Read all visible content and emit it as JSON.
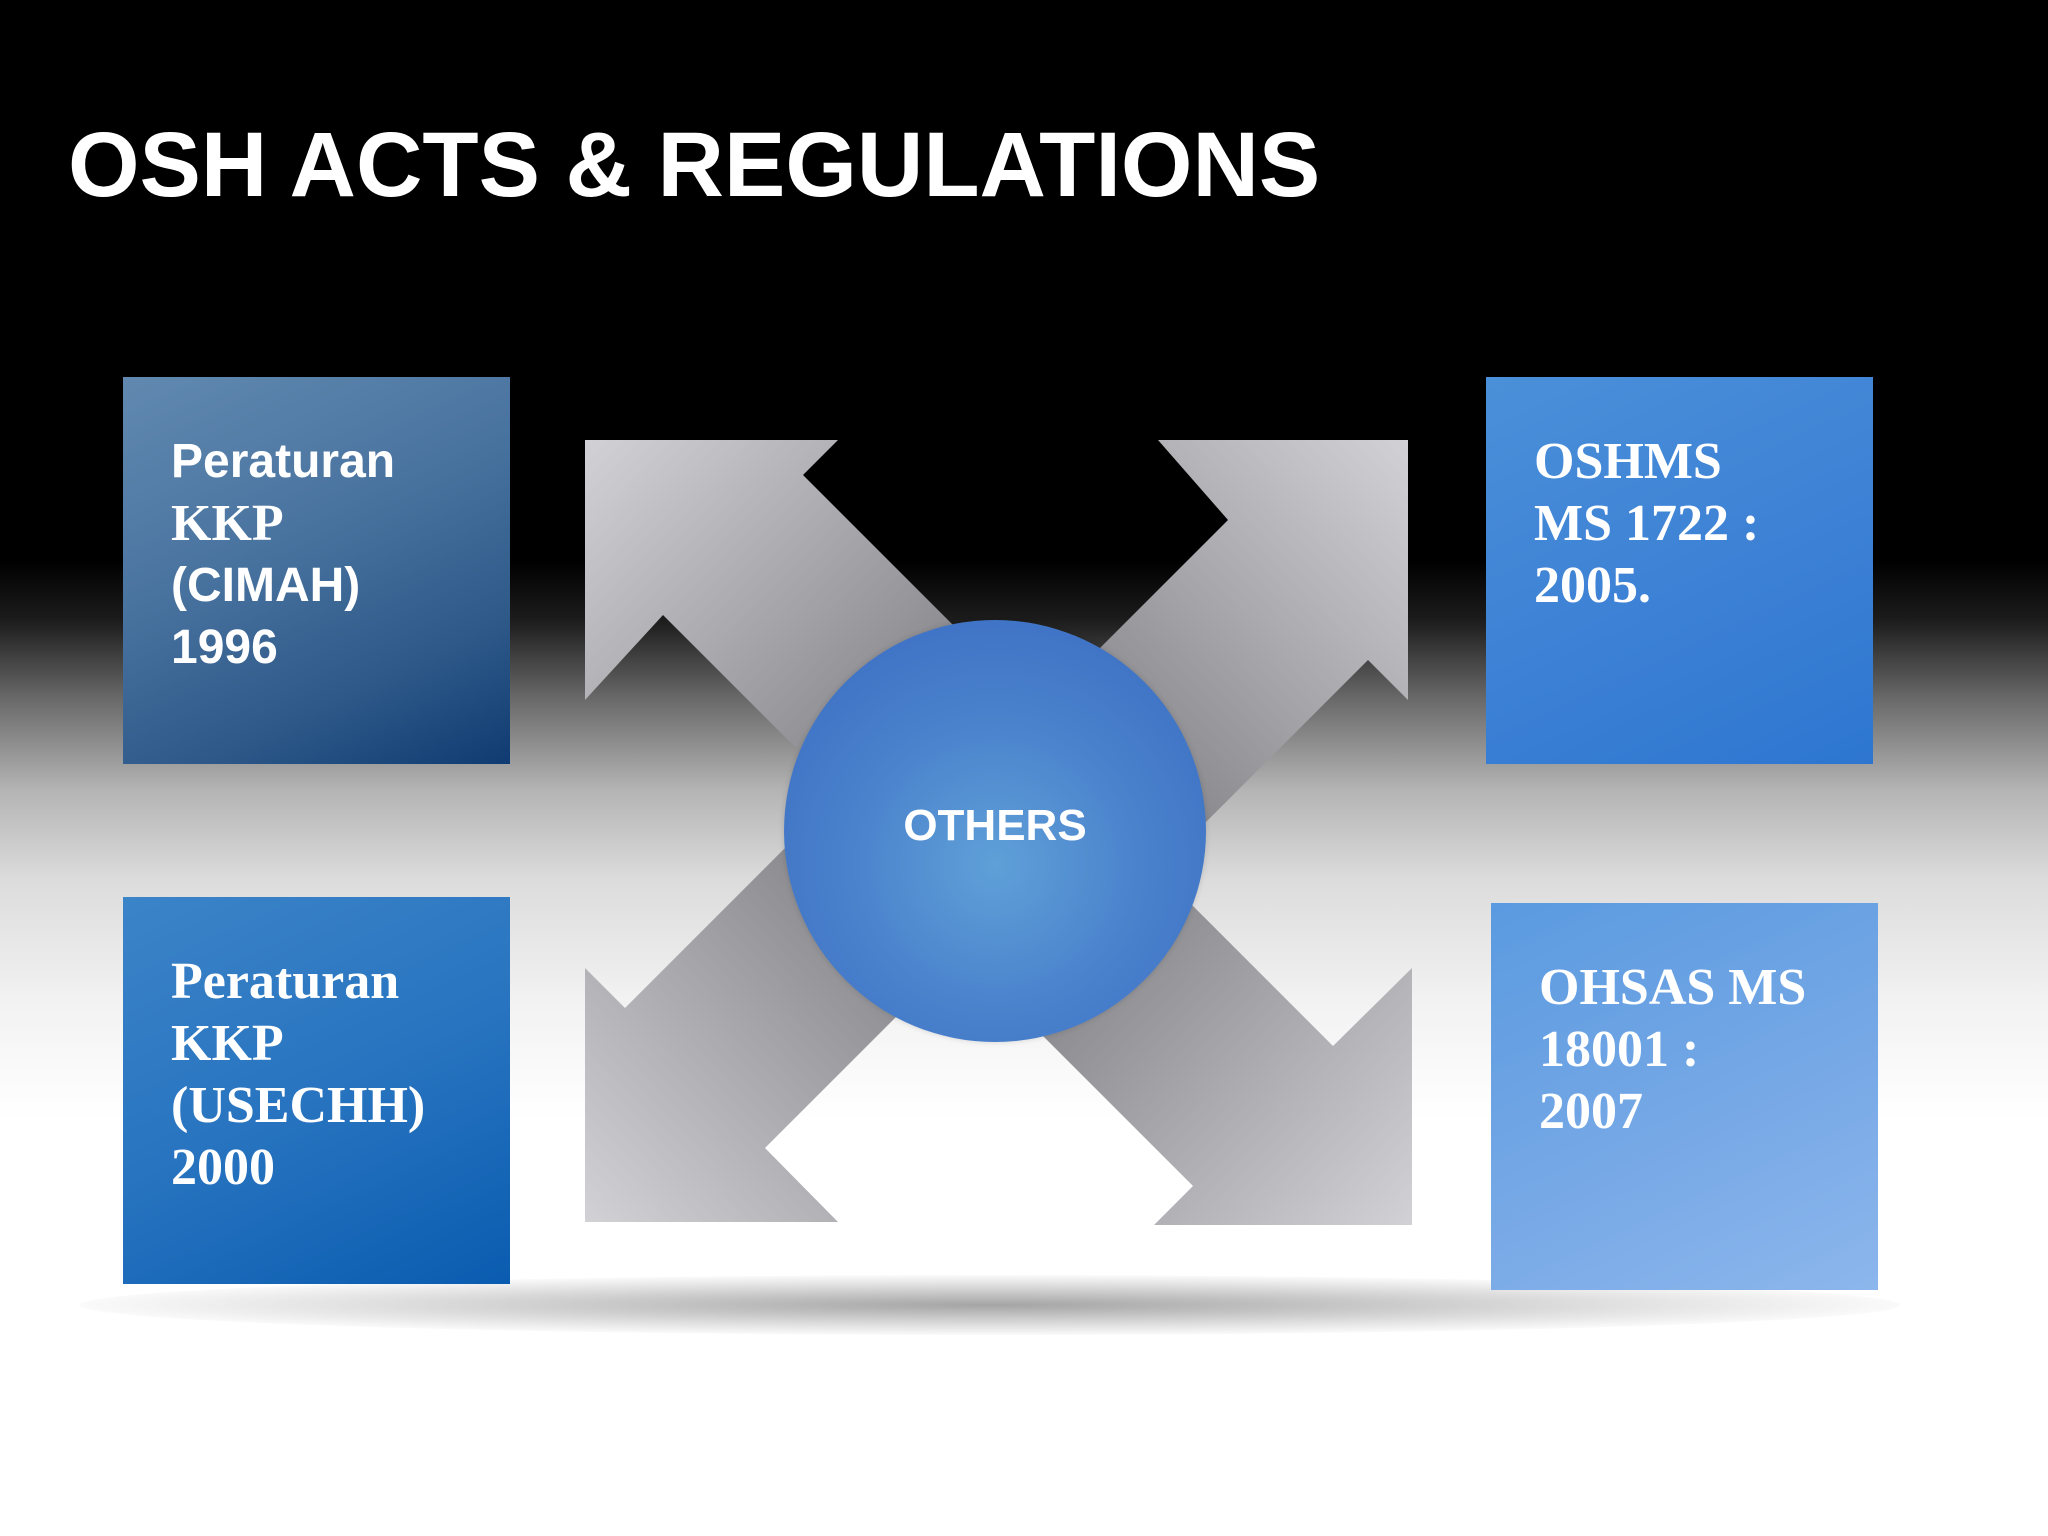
{
  "title": "OSH ACTS & REGULATIONS",
  "hub": {
    "label": "OTHERS",
    "color": "#4a82cc"
  },
  "boxes": [
    {
      "id": "top-left",
      "lines": [
        "Peraturan",
        "KKP",
        "(CIMAH)",
        "1996"
      ],
      "color": "#4a74a0"
    },
    {
      "id": "bottom-left",
      "lines": [
        "Peraturan",
        "KKP",
        "(USECHH)",
        "2000"
      ],
      "color": "#2874c0"
    },
    {
      "id": "top-right",
      "lines": [
        "OSHMS",
        "MS 1722 :",
        "2005."
      ],
      "color": "#3e82d6"
    },
    {
      "id": "bottom-right",
      "lines": [
        "OHSAS MS",
        "18001 :",
        "2007"
      ],
      "color": "#76a8e6"
    }
  ],
  "arrow_color": "#a8a8ac"
}
